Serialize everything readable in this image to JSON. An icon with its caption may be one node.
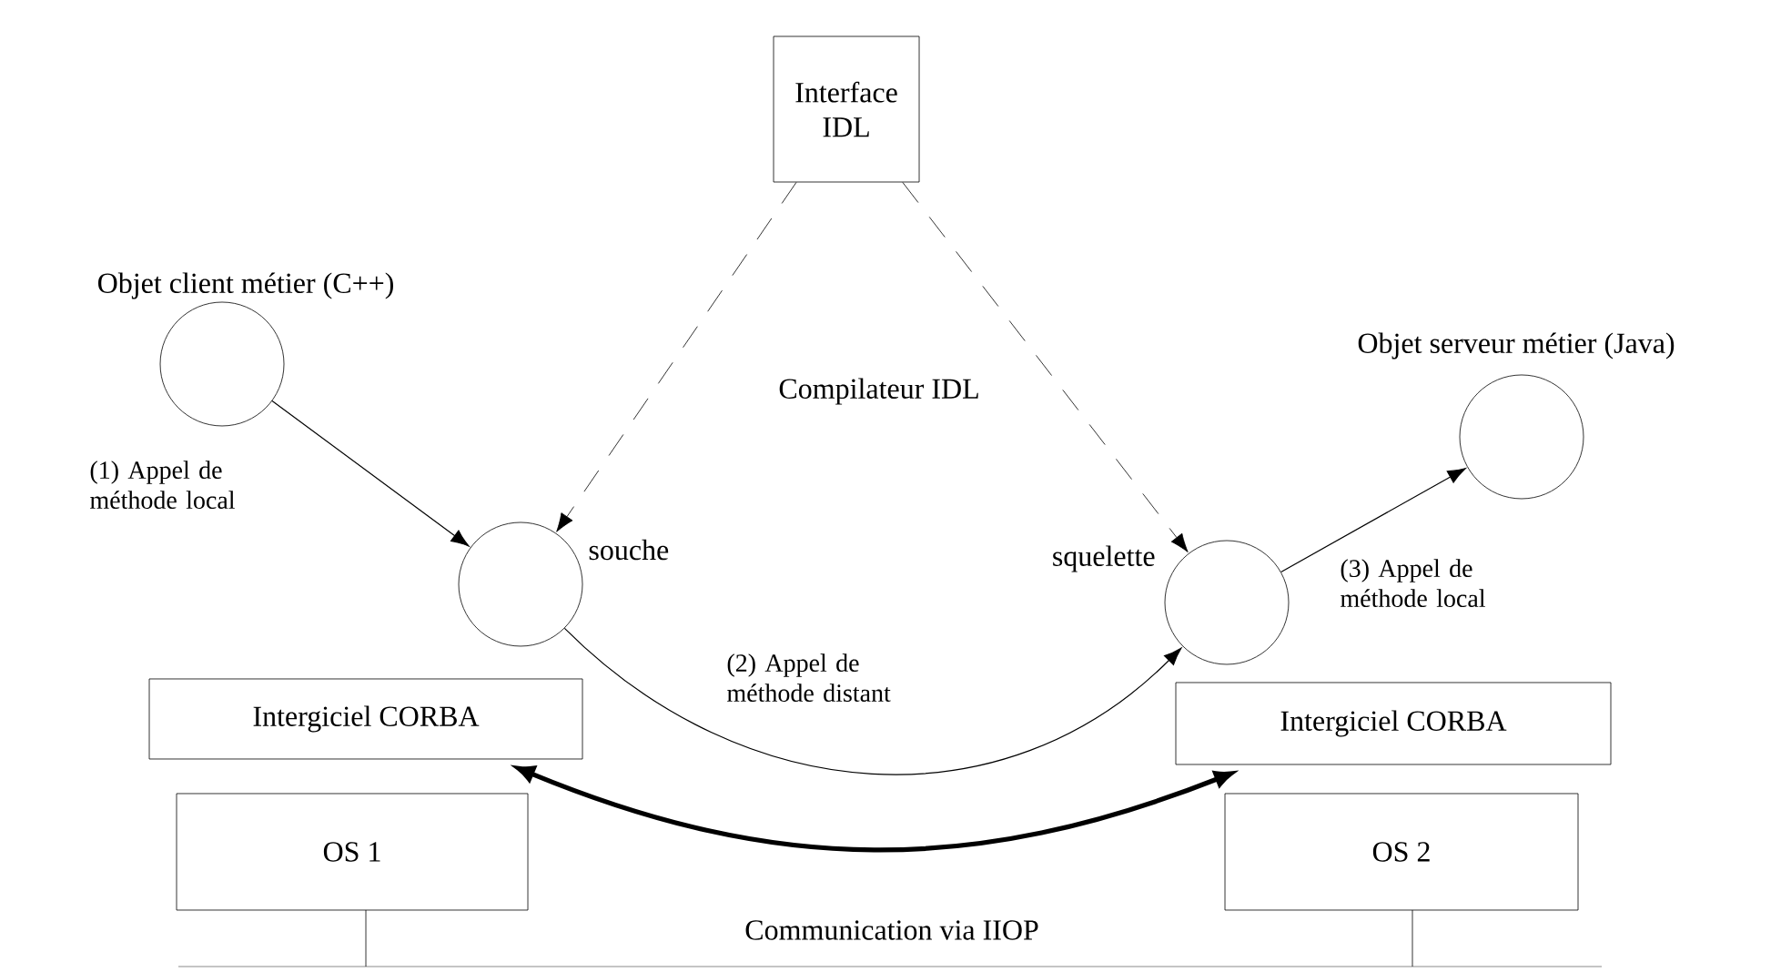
{
  "diagram": {
    "nodes": [
      {
        "text": [
          "Interface IDL"
        ]
      },
      {
        "text": [
          "Objet client métier (C++)"
        ]
      },
      {
        "text": [
          "souche"
        ]
      },
      {
        "text": [
          "squelette"
        ]
      },
      {
        "text": [
          "Objet serveur métier (Java)"
        ]
      },
      {
        "text": [
          "Intergiciel CORBA"
        ]
      },
      {
        "text": [
          "Intergiciel CORBA"
        ]
      },
      {
        "text": [
          "OS 1"
        ]
      },
      {
        "text": [
          "OS 2"
        ]
      }
    ],
    "edges": [
      {
        "from": 0,
        "to": 2,
        "arrow": "to",
        "style": "dashed"
      },
      {
        "from": 0,
        "to": 3,
        "arrow": "to",
        "style": "dashed"
      },
      {
        "from": 1,
        "to": 2,
        "arrow": "to",
        "label": "(1) Appel de méthode local"
      },
      {
        "from": 2,
        "to": 3,
        "arrow": "to",
        "label": "(2) Appel de méthode distant"
      },
      {
        "from": 3,
        "to": 4,
        "arrow": "to",
        "label": "(3) Appel de méthode local"
      },
      {
        "from": 5,
        "to": 6,
        "arrow": "both",
        "style": "thick",
        "label": "Communication via IIOP"
      }
    ],
    "labels": [
      "Compilateur IDL"
    ]
  }
}
